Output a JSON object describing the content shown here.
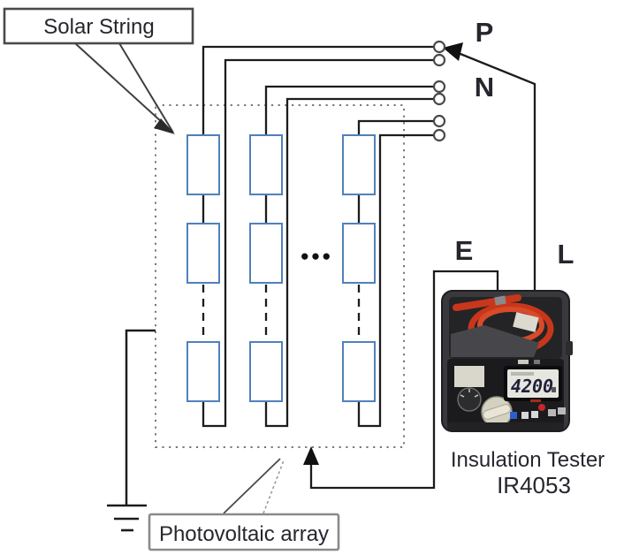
{
  "diagram": {
    "solar_string_label": "Solar String",
    "photovoltaic_array_label": "Photovoltaic array",
    "terminal_p": "P",
    "terminal_n": "N",
    "lead_e": "E",
    "lead_l": "L",
    "ellipsis": "●●●",
    "strings_shown": 3,
    "modules_per_string_shown": 3,
    "terminal_pairs": 3
  },
  "tester": {
    "name": "Insulation Tester",
    "model": "IR4053",
    "display_value": "4200"
  },
  "colors": {
    "module_outline": "#4f81bd",
    "wire": "#1c1c1c",
    "array_dotted_border": "#787878",
    "callout_border": "#4a4a4a",
    "text": "#26262e",
    "tester_lead_red": "#c8371b",
    "tester_case": "#39393d",
    "lcd_screen": "#e6e6e0"
  }
}
